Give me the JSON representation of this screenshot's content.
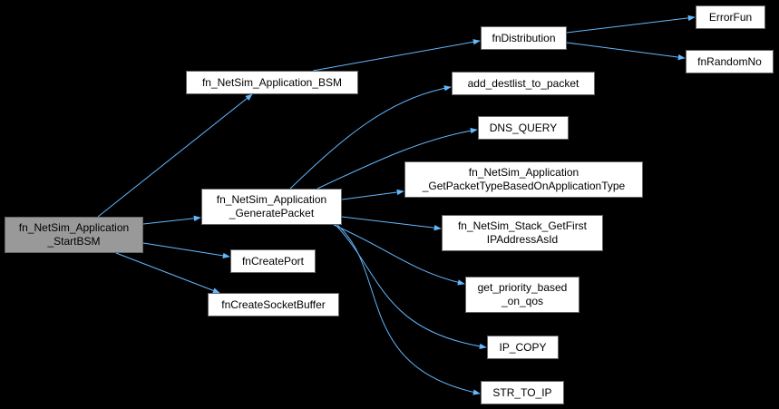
{
  "diagram": {
    "nodes": [
      {
        "id": "root",
        "lines": [
          "fn_NetSim_Application",
          "_StartBSM"
        ],
        "highlight": true
      },
      {
        "id": "bsm",
        "lines": [
          "fn_NetSim_Application_BSM"
        ]
      },
      {
        "id": "gen",
        "lines": [
          "fn_NetSim_Application",
          "_GeneratePacket"
        ]
      },
      {
        "id": "port",
        "lines": [
          "fnCreatePort"
        ]
      },
      {
        "id": "sockbuf",
        "lines": [
          "fnCreateSocketBuffer"
        ]
      },
      {
        "id": "dist",
        "lines": [
          "fnDistribution"
        ]
      },
      {
        "id": "err",
        "lines": [
          "ErrorFun"
        ]
      },
      {
        "id": "rand",
        "lines": [
          "fnRandomNo"
        ]
      },
      {
        "id": "dest",
        "lines": [
          "add_destlist_to_packet"
        ]
      },
      {
        "id": "dns",
        "lines": [
          "DNS_QUERY"
        ]
      },
      {
        "id": "ptype",
        "lines": [
          "fn_NetSim_Application",
          "_GetPacketTypeBasedOnApplicationType"
        ]
      },
      {
        "id": "stack",
        "lines": [
          "fn_NetSim_Stack_GetFirst",
          "IPAddressAsId"
        ]
      },
      {
        "id": "prio",
        "lines": [
          "get_priority_based",
          "_on_qos"
        ]
      },
      {
        "id": "ipcopy",
        "lines": [
          "IP_COPY"
        ]
      },
      {
        "id": "strip",
        "lines": [
          "STR_TO_IP"
        ]
      }
    ],
    "edges": [
      [
        "root",
        "bsm"
      ],
      [
        "root",
        "gen"
      ],
      [
        "root",
        "port"
      ],
      [
        "root",
        "sockbuf"
      ],
      [
        "bsm",
        "dist"
      ],
      [
        "dist",
        "err"
      ],
      [
        "dist",
        "rand"
      ],
      [
        "gen",
        "dest"
      ],
      [
        "gen",
        "dns"
      ],
      [
        "gen",
        "ptype"
      ],
      [
        "gen",
        "stack"
      ],
      [
        "gen",
        "prio"
      ],
      [
        "gen",
        "ipcopy"
      ],
      [
        "gen",
        "strip"
      ]
    ],
    "colors": {
      "background": "#000000",
      "node_fill": "#ffffff",
      "root_fill": "#999999",
      "node_border": "#666666",
      "edge": "#63b8ff"
    }
  }
}
